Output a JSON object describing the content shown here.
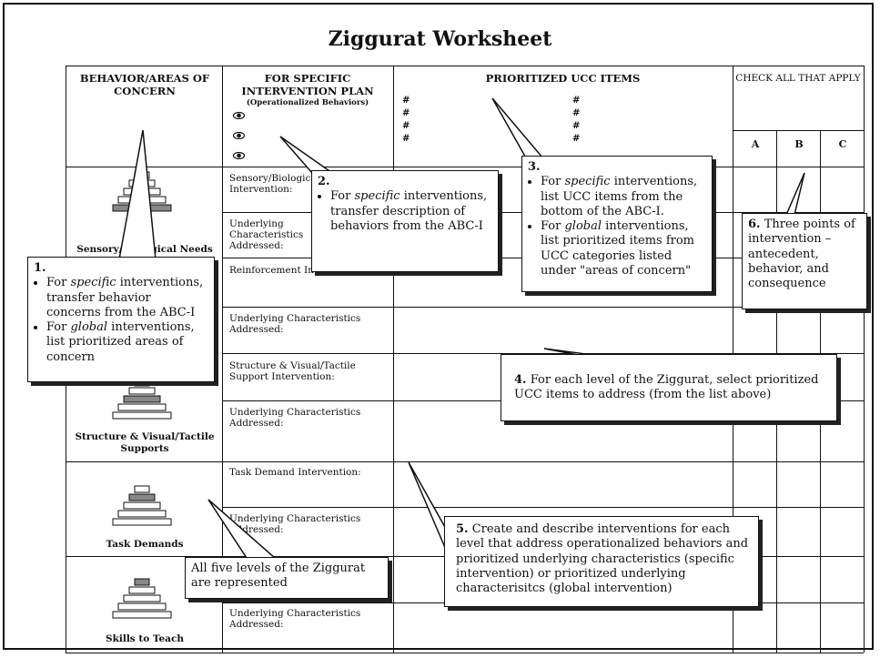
{
  "title": "Ziggurat Worksheet",
  "headers": {
    "behavior": "BEHAVIOR/AREAS OF CONCERN",
    "plan": "FOR SPECIFIC INTERVENTION PLAN",
    "plan_sub": "(Operationalized Behaviors)",
    "ucc": "PRIORITIZED UCC ITEMS",
    "check": "CHECK ALL THAT APPLY",
    "col_a": "A",
    "col_b": "B",
    "col_c": "C"
  },
  "hash_symbol": "#",
  "levels": {
    "sensory": "Sensory/Biological Needs",
    "structure": "Structure & Visual/Tactile Supports",
    "task": "Task Demands",
    "skills": "Skills to Teach"
  },
  "cells": {
    "sensory_intervention": "Sensory/Biological Intervention:",
    "underlying_1": "Underlying Characteristics Addressed:",
    "reinforcement": "Reinforcement Intervention:",
    "underlying_2": "Underlying Characteristics Addressed:",
    "structure_intervention": "Structure & Visual/Tactile Support Intervention:",
    "underlying_3": "Underlying Characteristics Addressed:",
    "task_intervention": "Task Demand Intervention:",
    "underlying_4": "Underlying Characteristics Addressed:",
    "underlying_5": "Underlying Characteristics Addressed:"
  },
  "callouts": {
    "c1_num": "1.",
    "c1_b1_pre": "For ",
    "c1_b1_em": "specific",
    "c1_b1_post": " interventions, transfer behavior concerns from the ABC-I",
    "c1_b2_pre": "For ",
    "c1_b2_em": "global",
    "c1_b2_post": " interventions, list prioritized areas of concern",
    "c2_num": "2.",
    "c2_pre": "For ",
    "c2_em": "specific",
    "c2_post": " interventions, transfer description of behaviors from the ABC-I",
    "c3_num": "3.",
    "c3_b1_pre": "For ",
    "c3_b1_em": "specific",
    "c3_b1_post": " interventions, list UCC items from the bottom of the ABC-I.",
    "c3_b2_pre": "For ",
    "c3_b2_em": "global",
    "c3_b2_post": " interventions, list prioritized items from UCC categories listed under \"areas of concern\"",
    "c4": "4.",
    "c4_text": "For each level of the Ziggurat, select prioritized UCC items to address (from the list above)",
    "c5": "5.",
    "c5_text": "Create and describe interventions for each level that address operationalized behaviors and prioritized underlying characteristics (specific intervention) or prioritized underlying characterisitcs (global intervention)",
    "c6": "6.",
    "c6_text": "Three points of intervention – antecedent, behavior, and consequence",
    "c7_text": "All five levels of the Ziggurat are represented"
  }
}
